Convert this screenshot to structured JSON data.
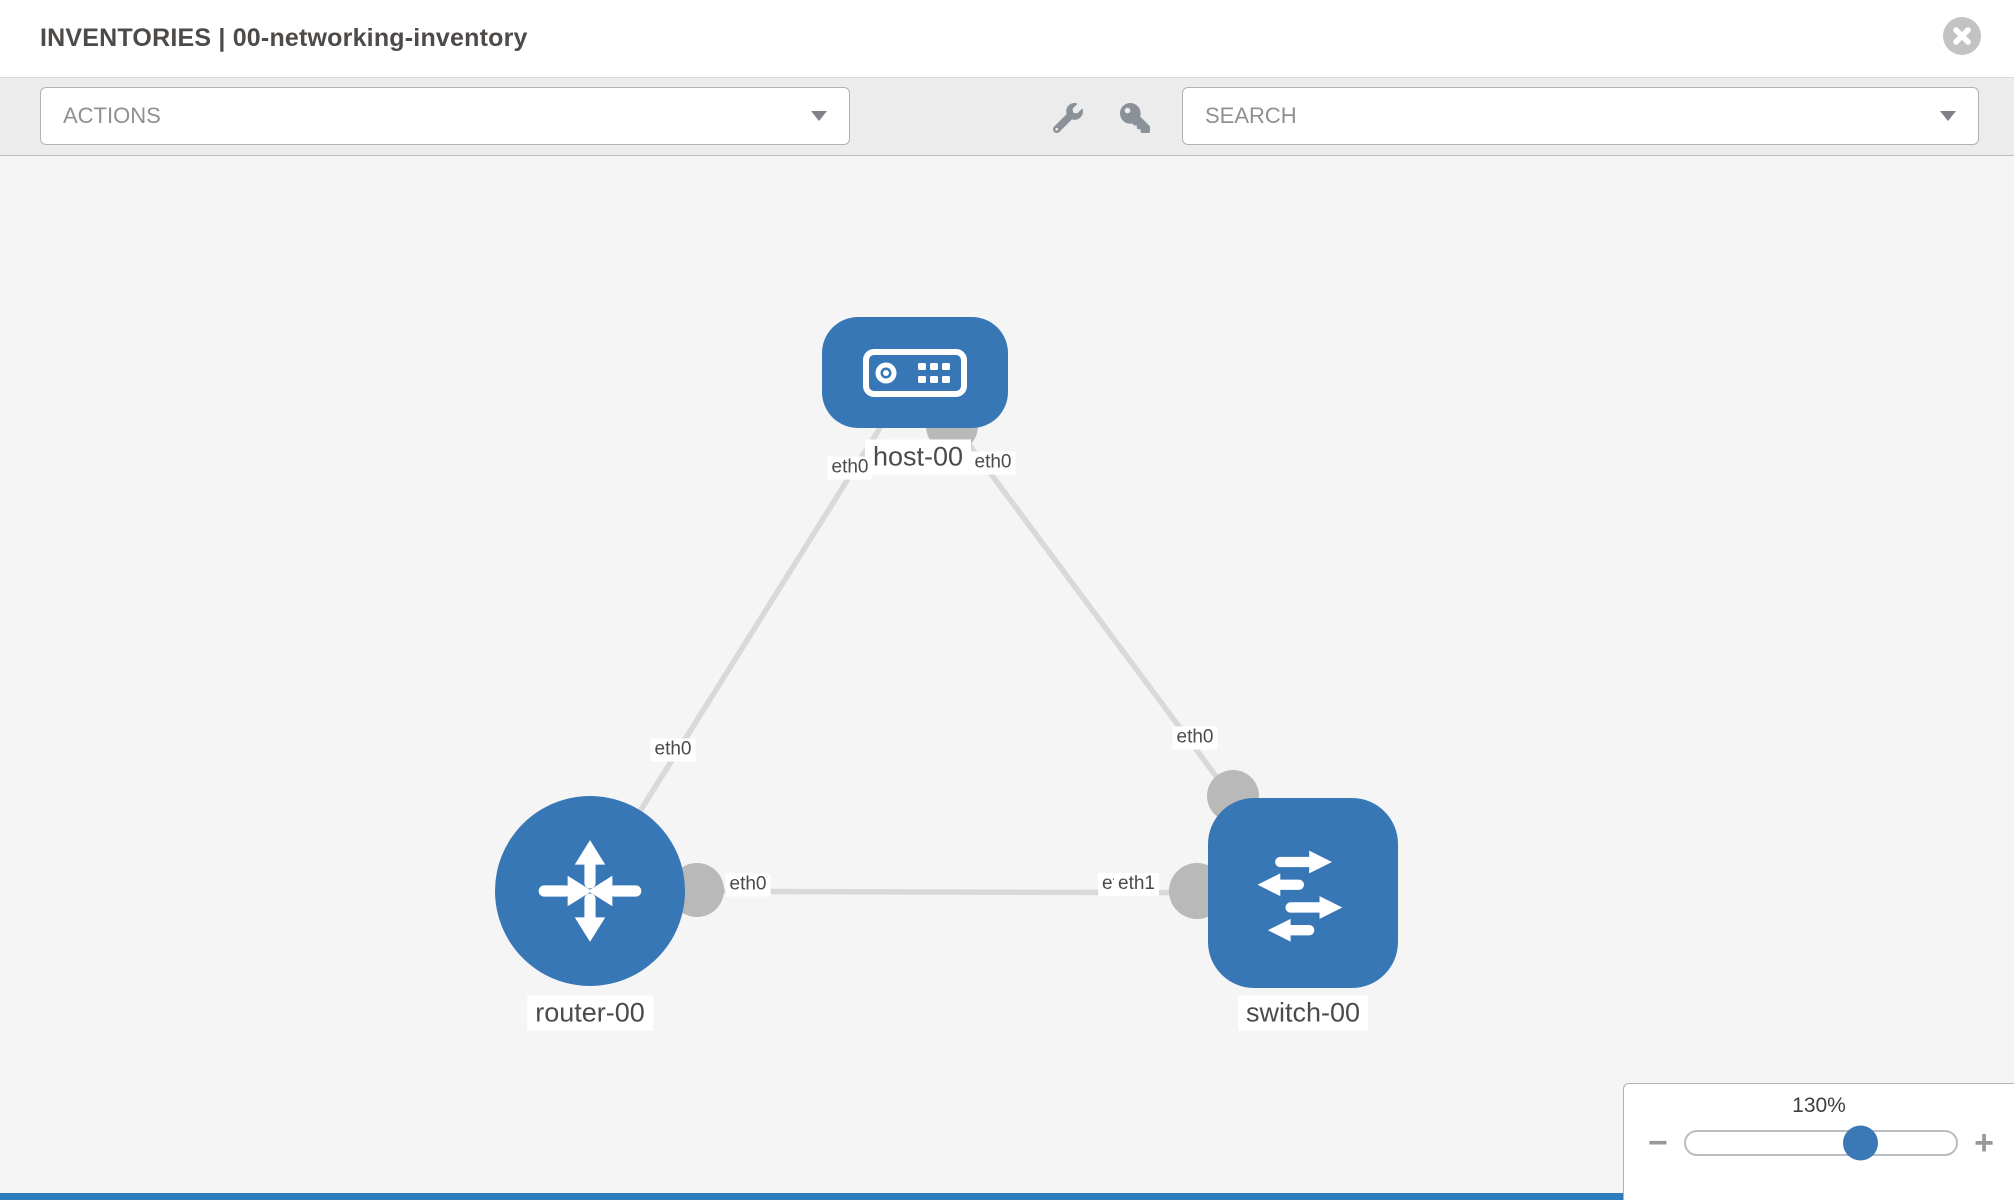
{
  "header": {
    "title": "INVENTORIES | 00-networking-inventory"
  },
  "toolbar": {
    "actions_label": "ACTIONS",
    "search_label": "SEARCH",
    "icons": [
      "wrench-icon",
      "key-icon"
    ]
  },
  "topology": {
    "nodes": [
      {
        "id": "host-00",
        "type": "host",
        "label": "host-00"
      },
      {
        "id": "router-00",
        "type": "router",
        "label": "router-00"
      },
      {
        "id": "switch-00",
        "type": "switch",
        "label": "switch-00"
      }
    ],
    "links": [
      {
        "source": "host-00",
        "target": "router-00",
        "source_interface": "eth0",
        "target_interface": "eth0"
      },
      {
        "source": "host-00",
        "target": "switch-00",
        "source_interface": "eth0",
        "target_interface": "eth0"
      },
      {
        "source": "router-00",
        "target": "switch-00",
        "source_interface": "eth0",
        "target_interface": "eth1",
        "target_interface_overlapped": "eth0"
      }
    ]
  },
  "zoom_control": {
    "level": "130%",
    "minus_label": "−",
    "plus_label": "+"
  },
  "colors": {
    "node_blue": "#3877b6",
    "port_gray": "#b9b9b9",
    "link_gray": "#d9d9d9",
    "accent_blue": "#2e7cbe"
  }
}
